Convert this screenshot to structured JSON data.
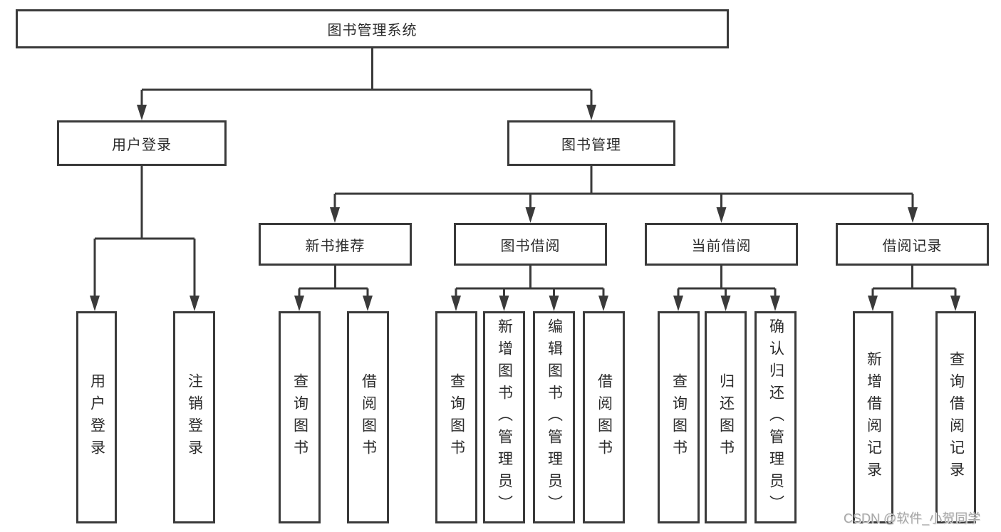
{
  "page": {
    "watermark": "CSDN @软件_小贺同学"
  },
  "colors": {
    "line": "#3a3a3a",
    "box_border": "#3a3a3a",
    "text": "#2b2b2b",
    "watermark": "#a7a7a7",
    "background": "#ffffff"
  },
  "tree": {
    "label": "图书管理系统",
    "children": [
      {
        "label": "用户登录",
        "children": [
          {
            "label": "用户登录"
          },
          {
            "label": "注销登录"
          }
        ]
      },
      {
        "label": "图书管理",
        "children": [
          {
            "label": "新书推荐",
            "children": [
              {
                "label": "查询图书"
              },
              {
                "label": "借阅图书"
              }
            ]
          },
          {
            "label": "图书借阅",
            "children": [
              {
                "label": "查询图书"
              },
              {
                "label": "新增图书（管理员）"
              },
              {
                "label": "编辑图书（管理员）"
              },
              {
                "label": "借阅图书"
              }
            ]
          },
          {
            "label": "当前借阅",
            "children": [
              {
                "label": "查询图书"
              },
              {
                "label": "归还图书"
              },
              {
                "label": "确认归还（管理员）"
              }
            ]
          },
          {
            "label": "借阅记录",
            "children": [
              {
                "label": "新增借阅记录"
              },
              {
                "label": "查询借阅记录"
              }
            ]
          }
        ]
      }
    ]
  }
}
